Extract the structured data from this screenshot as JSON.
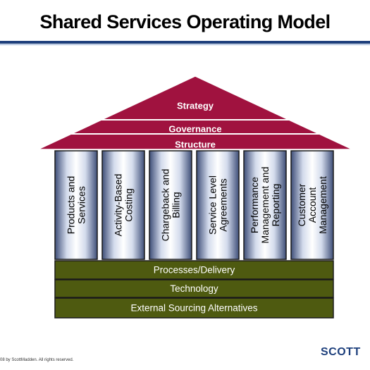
{
  "title": "Shared Services Operating Model",
  "roof": {
    "levels": [
      "Strategy",
      "Governance",
      "Structure"
    ],
    "color": "#a0123f"
  },
  "pillars": [
    {
      "lines": [
        "Products and",
        "Services"
      ]
    },
    {
      "lines": [
        "Activity-Based",
        "Costing"
      ]
    },
    {
      "lines": [
        "Chargeback and",
        "Billing"
      ]
    },
    {
      "lines": [
        "Service Level",
        "Agreements"
      ]
    },
    {
      "lines": [
        "Performance",
        "Management and",
        "Reporting"
      ]
    },
    {
      "lines": [
        "Customer",
        "Account",
        "Management"
      ]
    }
  ],
  "foundation": {
    "levels": [
      "Processes/Delivery",
      "Technology",
      "External Sourcing Alternatives"
    ],
    "color": "#4e5a10"
  },
  "footer": {
    "copyright": "08 by ScottMadden.  All rights reserved.",
    "logo": "SCOTT"
  }
}
